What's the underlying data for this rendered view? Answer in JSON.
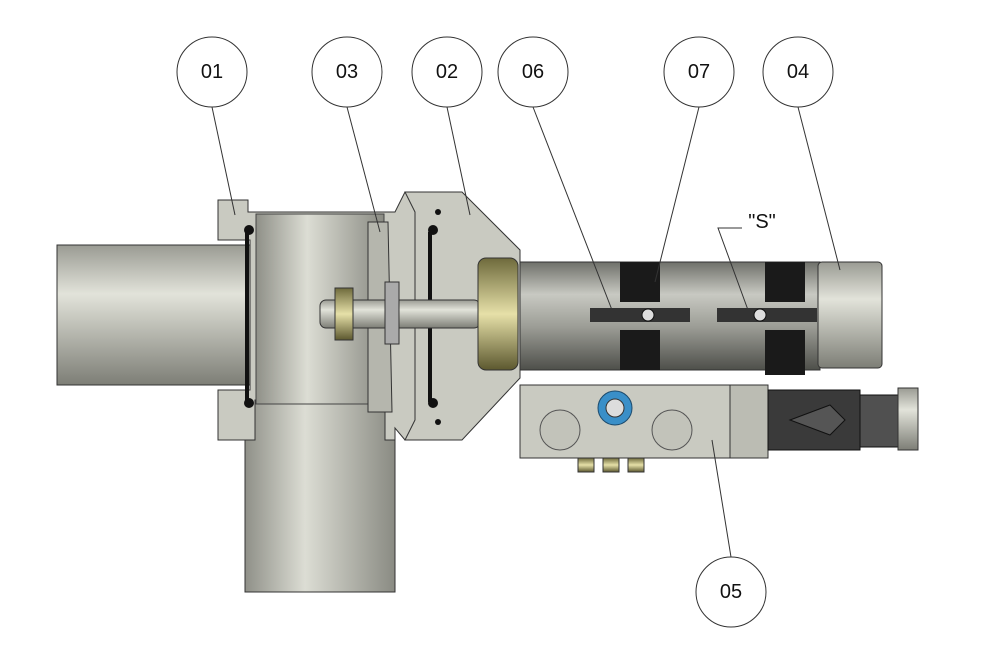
{
  "callouts": [
    {
      "id": "01",
      "label": "01"
    },
    {
      "id": "03",
      "label": "03"
    },
    {
      "id": "02",
      "label": "02"
    },
    {
      "id": "06",
      "label": "06"
    },
    {
      "id": "07",
      "label": "07"
    },
    {
      "id": "04",
      "label": "04"
    },
    {
      "id": "05",
      "label": "05"
    }
  ],
  "annotation_s": "\"S\"",
  "colors": {
    "body": "#c9cac1",
    "outline": "#222222",
    "seal": "#111111",
    "port": "#3a8fc8"
  }
}
